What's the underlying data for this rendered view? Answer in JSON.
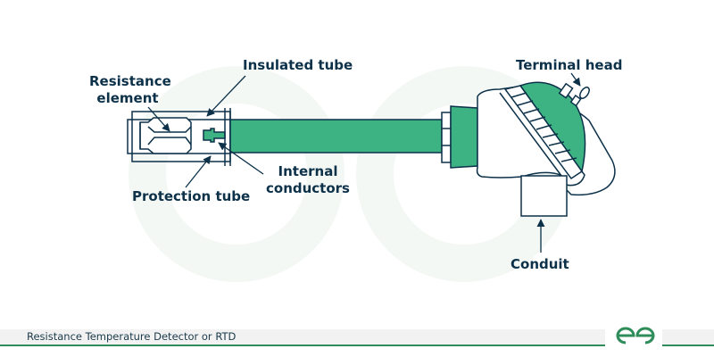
{
  "diagram": {
    "title": "Resistance Temperature Detector or RTD",
    "labels": {
      "resistance_element_line1": "Resistance",
      "resistance_element_line2": "element",
      "insulated_tube": "Insulated tube",
      "protection_tube": "Protection tube",
      "internal_conductors_line1": "Internal",
      "internal_conductors_line2": "conductors",
      "terminal_head": "Terminal head",
      "conduit": "Conduit"
    },
    "colors": {
      "outline": "#0c3149",
      "fill_green": "#3db384",
      "watermark": "#f5f9f6",
      "footer_accent": "#2f8d5b"
    }
  },
  "footer": {
    "caption": "Resistance Temperature Detector or RTD",
    "logo": "gfg-logo-icon"
  }
}
